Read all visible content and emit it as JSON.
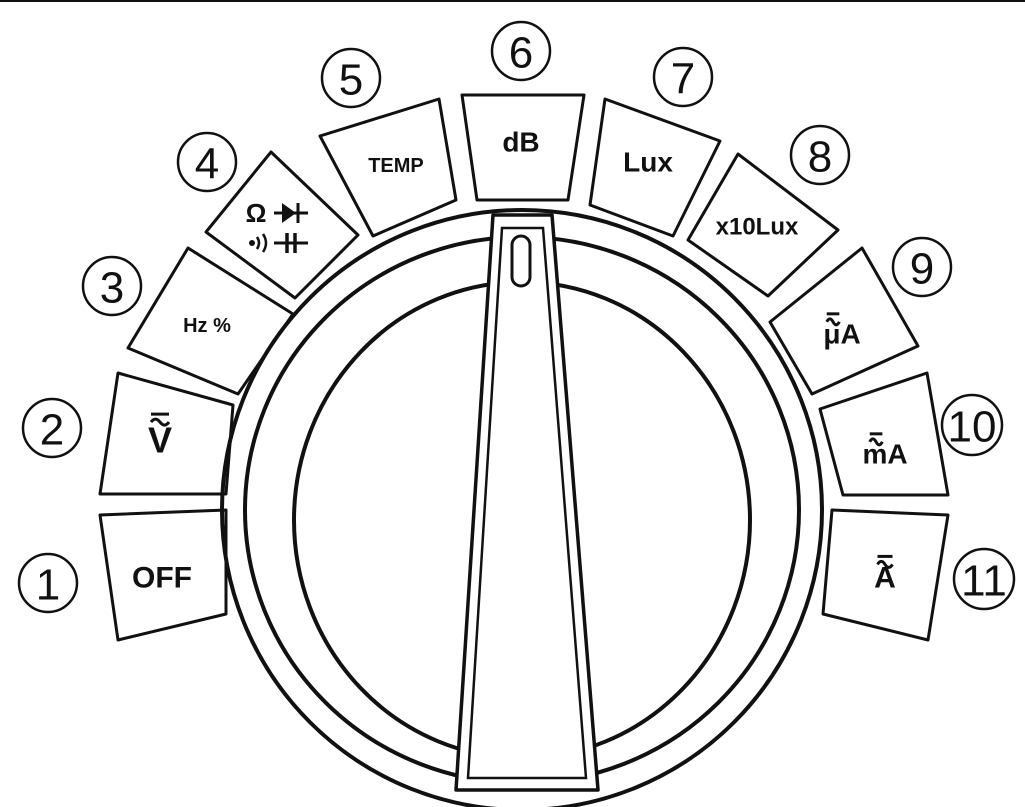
{
  "dial": {
    "positions": [
      {
        "number": "1",
        "label": "OFF",
        "icon": "off"
      },
      {
        "number": "2",
        "label": "V",
        "icon": "voltage-ac-dc"
      },
      {
        "number": "3",
        "label": "Hz %",
        "icon": "frequency-duty"
      },
      {
        "number": "4",
        "label": "Ω",
        "icon": "resistance-diode-continuity-capacitance"
      },
      {
        "number": "5",
        "label": "TEMP",
        "icon": "temperature"
      },
      {
        "number": "6",
        "label": "dB",
        "icon": "decibel"
      },
      {
        "number": "7",
        "label": "Lux",
        "icon": "lux"
      },
      {
        "number": "8",
        "label": "x10Lux",
        "icon": "lux-x10"
      },
      {
        "number": "9",
        "label": "μA",
        "icon": "microamp-ac-dc"
      },
      {
        "number": "10",
        "label": "mA",
        "icon": "milliamp-ac-dc"
      },
      {
        "number": "11",
        "label": "A",
        "icon": "amp-ac-dc"
      }
    ],
    "selected": "6"
  },
  "colors": {
    "line": "#111111",
    "fill": "#ffffff"
  }
}
